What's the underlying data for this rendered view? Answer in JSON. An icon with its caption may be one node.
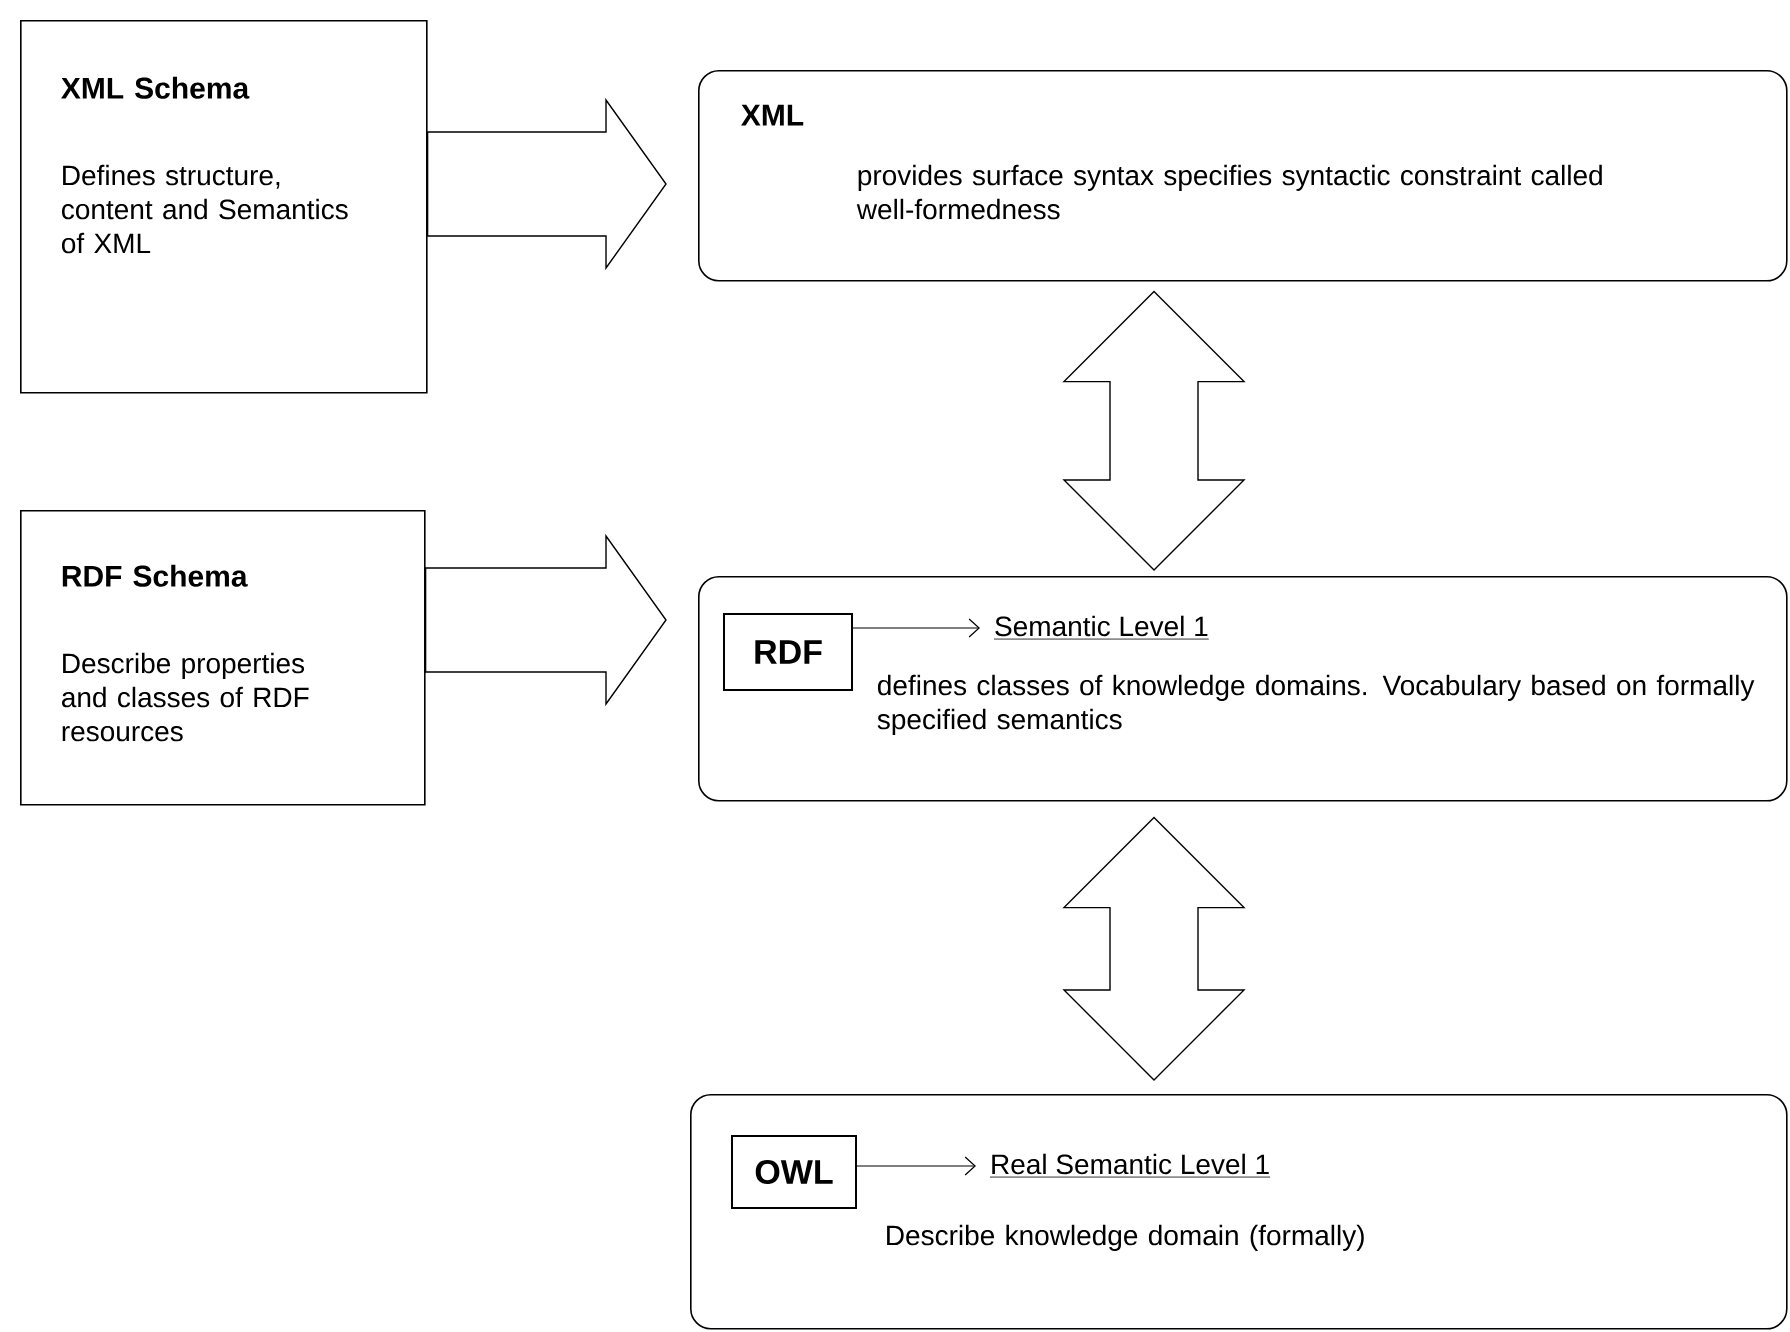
{
  "diagram": {
    "nodes": [
      {
        "text": [
          "XML Schema",
          "Defines structure, content and Semantics of XML"
        ]
      },
      {
        "text": [
          "RDF Schema",
          "Describe properties and classes of RDF resources"
        ]
      },
      {
        "text": [
          "XML",
          "provides surface syntax specifies syntactic constraint called well-formedness"
        ]
      },
      {
        "text": [
          "defines classes of knowledge domains. Vocabulary based on formally specified semantics"
        ]
      },
      {
        "text": [
          "RDF"
        ],
        "in": 3
      },
      {
        "text": [
          "Semantic Level 1"
        ],
        "in": 3
      },
      {
        "text": [
          "Describe knowledge domain (formally)"
        ]
      },
      {
        "text": [
          "OWL"
        ],
        "in": 6
      },
      {
        "text": [
          "Real Semantic Level 1"
        ],
        "in": 6
      }
    ],
    "edges": [
      {
        "from": 0,
        "to": 2,
        "arrow": "to"
      },
      {
        "from": 1,
        "to": 3,
        "arrow": "to"
      },
      {
        "from": 2,
        "to": 3,
        "arrow": "both"
      },
      {
        "from": 3,
        "to": 6,
        "arrow": "both"
      },
      {
        "from": 4,
        "to": 5,
        "arrow": "to"
      },
      {
        "from": 7,
        "to": 8,
        "arrow": "to"
      }
    ]
  }
}
